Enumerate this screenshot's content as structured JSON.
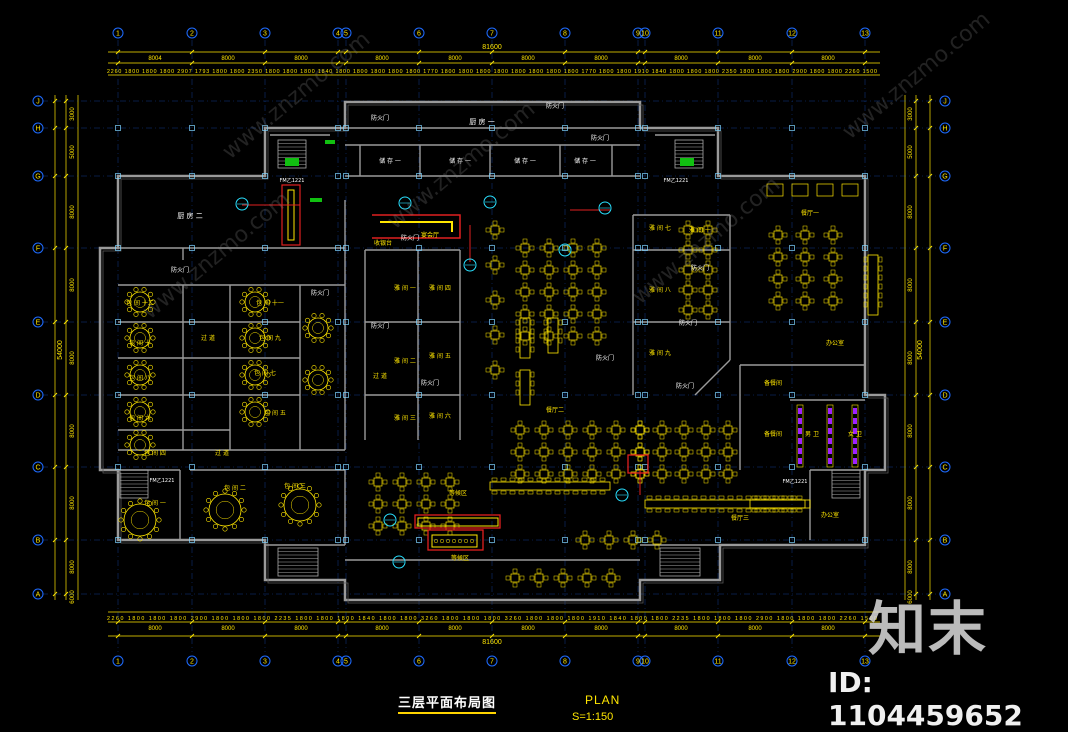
{
  "drawing": {
    "title": "三层平面布局图",
    "plan_label": "PLAN",
    "scale": "S=1:150"
  },
  "watermark": {
    "brand": "知末",
    "id": "ID: 1104459652",
    "site": "www.znzmo.com"
  },
  "grid": {
    "columns": [
      "1",
      "2",
      "3",
      "4",
      "5",
      "6",
      "7",
      "8",
      "9",
      "10",
      "11",
      "12",
      "13"
    ],
    "rows": [
      "J",
      "H",
      "G",
      "F",
      "E",
      "D",
      "C",
      "B",
      "A"
    ],
    "total_width": "81600",
    "total_height": "54000",
    "bay_widths_top": [
      "8004",
      "8000",
      "8000",
      "8000",
      "8000",
      "8000",
      "8000",
      "8000",
      "8000",
      "8000"
    ],
    "bay_widths_bottom": [
      "8000",
      "8000",
      "8000",
      "8000",
      "8000",
      "8000",
      "8000",
      "8000",
      "8000",
      "8000"
    ],
    "bay_heights": [
      "3000",
      "5000",
      "8000",
      "8000",
      "8000",
      "8000",
      "8000",
      "8000",
      "6000"
    ],
    "fine_dims_top": "2260 1800 1800 1800 2907 1793 1800 1800 2350 1800 1800 1800 1840 1800 1800 1800 1800 1800 1770 1800 1800 1800 1800 1800 1800 1800 1800 1770 1800 1800 1910 1840 1800 1800 1800 2350 1800 1800 1800 2900 1800 1800 2260 1500",
    "fine_dims_bottom": "2260 1800 1800 1800 2900 1800 1800 1800 2235 1800 1800 1800 1840 1800 1800 3260 1800 1800 1800 3260 1800 1800 1800 1910 1840 1800 1800 2235 1800 1800 1800 2900 1800 1800 1800 2260 1500"
  },
  "rooms": {
    "kitchen_1": "厨 房 一",
    "kitchen_2": "厨 房 二",
    "fire_door": "防火门",
    "storeroom": "储 存 一",
    "reception": "收银台",
    "corridor": "过 道",
    "banquet": "宴会厅",
    "private_rooms": [
      "包 间 一",
      "包 间 二",
      "包 间 三",
      "包 间 四",
      "包 间 五",
      "包 间 六",
      "包 间 七",
      "包 间 八",
      "包 间 九",
      "包 间 十",
      "包 间 十一",
      "包 间 十二"
    ],
    "vip_rooms": [
      "雅 间 一",
      "雅 间 二",
      "雅 间 三",
      "雅 间 四",
      "雅 间 五",
      "雅 间 六",
      "雅 间 七",
      "雅 间 八",
      "雅 间 九",
      "雅 间 十"
    ],
    "hall_1": "餐厅一",
    "hall_2": "餐厅二",
    "hall_3": "餐厅三",
    "waiting": "等候区",
    "office": "办公室",
    "service": "备餐间",
    "restroom_m": "男 卫",
    "restroom_f": "女 卫",
    "stair_label": "FM乙1221"
  }
}
